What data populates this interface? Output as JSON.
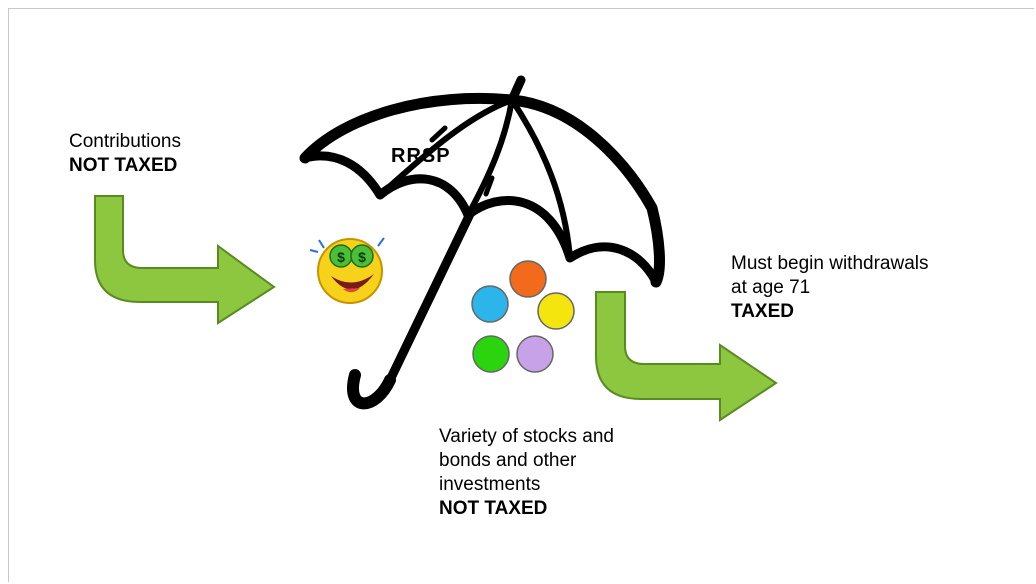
{
  "contributions": {
    "line1": "Contributions",
    "line2": "NOT TAXED"
  },
  "umbrella": {
    "label": "RRSP"
  },
  "investments": {
    "line1": "Variety of stocks and",
    "line2": "bonds and other",
    "line3": "investments",
    "line4": "NOT TAXED"
  },
  "withdrawals": {
    "line1": "Must begin withdrawals",
    "line2": "at age 71",
    "line3": "TAXED"
  },
  "colors": {
    "arrow_fill": "#8dc63f",
    "arrow_stroke": "#5a8a22",
    "ball_orange": "#f26b1d",
    "ball_cyan": "#2bb5ea",
    "ball_yellow": "#f5e50f",
    "ball_green": "#2ad40e",
    "ball_lilac": "#c8a2e8",
    "smiley_face": "#f7d21a"
  }
}
